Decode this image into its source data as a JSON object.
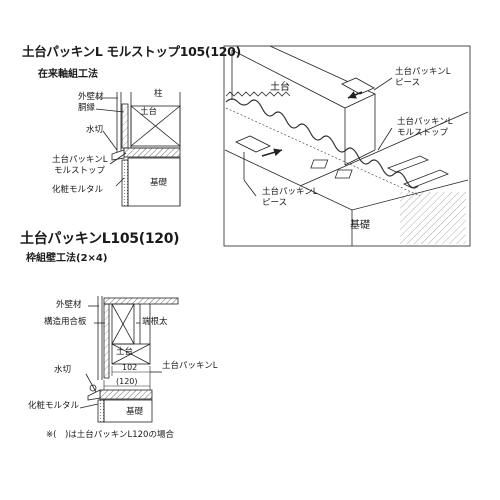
{
  "section1": {
    "title": "土台パッキンL モルストップ105(120)",
    "method": "在来軸組工法",
    "labels": {
      "exterior_wall": "外壁材",
      "furring": "胴縁",
      "pillar": "柱",
      "sill": "土台",
      "flashing": "水切",
      "packing_mortar_stop_line1": "土台パッキンL",
      "packing_mortar_stop_line2": "モルストップ",
      "cosmetic_mortar": "化粧モルタル",
      "foundation": "基礎"
    }
  },
  "perspective": {
    "labels": {
      "sill": "土台",
      "piece_a_line1": "土台パッキンL",
      "piece_a_line2": "ピース",
      "mortar_stop_line1": "土台パッキンL",
      "mortar_stop_line2": "モルストップ",
      "piece_b_line1": "土台パッキンL",
      "piece_b_line2": "ピース",
      "foundation": "基礎"
    }
  },
  "section2": {
    "title": "土台パッキンL105(120)",
    "method": "枠組壁工法(2×4)",
    "labels": {
      "exterior_wall": "外壁材",
      "structural_plywood": "構造用合板",
      "rim_joist": "端根太",
      "sill": "土台",
      "packing": "土台パッキンL",
      "flashing": "水切",
      "dim_102": "102",
      "dim_120": "(120)",
      "cosmetic_mortar": "化粧モルタル",
      "foundation": "基礎"
    },
    "note": "※(　)は土台パッキンL120の場合"
  }
}
